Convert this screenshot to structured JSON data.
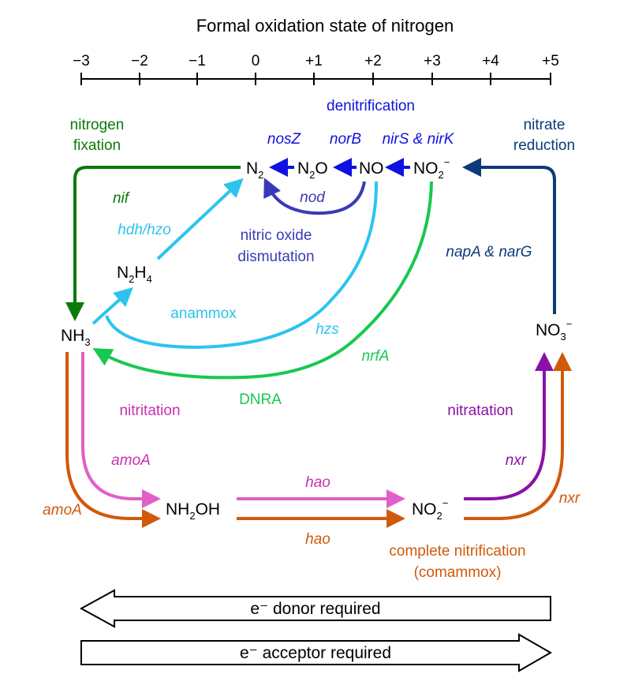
{
  "title": "Formal oxidation state of nitrogen",
  "axis": {
    "ticks": [
      "−3",
      "−2",
      "−1",
      "0",
      "+1",
      "+2",
      "+3",
      "+4",
      "+5"
    ]
  },
  "colors": {
    "fixation": "#0a7a0a",
    "denitrification": "#1010e0",
    "nod": "#3a3ab8",
    "anammox": "#2cc4ee",
    "dnra": "#18c850",
    "nitrate_reduction": "#0c3a7a",
    "nitritation": "#e060c8",
    "nitratation": "#8a10a8",
    "comammox": "#d05a0a"
  },
  "species": {
    "n2": {
      "main": "N",
      "sub": "2",
      "sup": ""
    },
    "n2o": {
      "a": "N",
      "sub": "2",
      "b": "O"
    },
    "no": "NO",
    "no2_top": {
      "main": "NO",
      "sub": "2",
      "sup": "−"
    },
    "n2h4": {
      "a": "N",
      "sub1": "2",
      "b": "H",
      "sub2": "4"
    },
    "nh3": {
      "main": "NH",
      "sub": "3"
    },
    "no3": {
      "main": "NO",
      "sub": "3",
      "sup": "−"
    },
    "nh2oh": {
      "a": "NH",
      "sub": "2",
      "b": "OH"
    },
    "no2_bottom": {
      "main": "NO",
      "sub": "2",
      "sup": "−"
    }
  },
  "labels": {
    "denitrification": "denitrification",
    "nitrogen_fixation_line1": "nitrogen",
    "nitrogen_fixation_line2": "fixation",
    "nitrate_reduction_line1": "nitrate",
    "nitrate_reduction_line2": "reduction",
    "nosZ": "nosZ",
    "norB": "norB",
    "nirS_nirK": "nirS & nirK",
    "nod": "nod",
    "nif": "nif",
    "hdh_hzo": "hdh/hzo",
    "nitric_oxide_line1": "nitric oxide",
    "nitric_oxide_line2": "dismutation",
    "napA_narG": "napA & narG",
    "anammox": "anammox",
    "hzs": "hzs",
    "nrfA": "nrfA",
    "dnra": "DNRA",
    "nitritation": "nitritation",
    "nitratation": "nitratation",
    "amoA_pink": "amoA",
    "amoA_orange": "amoA",
    "hao_top": "hao",
    "hao_bottom": "hao",
    "nxr_purple": "nxr",
    "nxr_orange": "nxr",
    "comammox_line1": "complete nitrification",
    "comammox_line2": "(comammox)"
  },
  "banners": {
    "donor": "e⁻ donor required",
    "acceptor": "e⁻ acceptor required"
  }
}
